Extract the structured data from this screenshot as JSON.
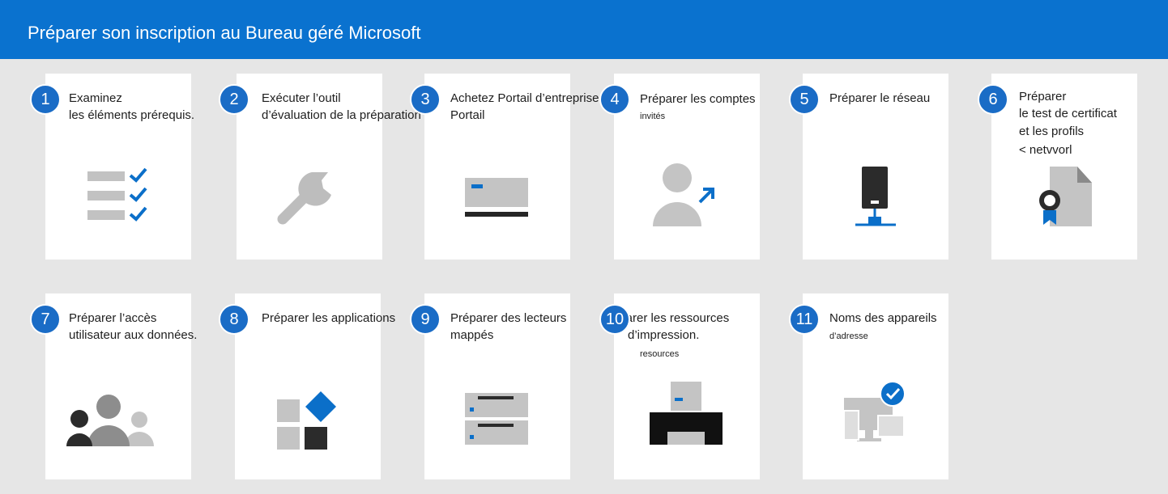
{
  "header": {
    "title": "Préparer son inscription au Bureau géré Microsoft"
  },
  "steps": [
    {
      "number": "1",
      "lines": [
        "Examinez",
        "les éléments prérequis."
      ],
      "icon": "checklist-icon"
    },
    {
      "number": "2",
      "lines": [
        "Exécuter l’outil",
        "d’évaluation de la préparation"
      ],
      "icon": "wrench-icon"
    },
    {
      "number": "3",
      "lines": [
        "Achetez Portail d’entreprise.",
        "Portail"
      ],
      "icon": "card-icon"
    },
    {
      "number": "4",
      "lines": [
        "Préparer les comptes"
      ],
      "small": "invités",
      "icon": "user-arrow-icon"
    },
    {
      "number": "5",
      "lines": [
        "Préparer le réseau"
      ],
      "icon": "network-device-icon"
    },
    {
      "number": "6",
      "lines": [
        "Préparer",
        "le test de certificat",
        "et les profils",
        "< netvvorl"
      ],
      "icon": "certificate-icon"
    },
    {
      "number": "7",
      "lines": [
        "Préparer l’accès",
        "utilisateur aux données."
      ],
      "icon": "users-group-icon"
    },
    {
      "number": "8",
      "lines": [
        "Préparer les applications"
      ],
      "icon": "apps-icon"
    },
    {
      "number": "9",
      "lines": [
        "Préparer des lecteurs",
        "mappés"
      ],
      "icon": "drives-icon"
    },
    {
      "number": "10",
      "lines": [
        "Préparer les ressources",
        "d’impression."
      ],
      "small": "resources",
      "icon": "printer-icon"
    },
    {
      "number": "11",
      "lines": [
        "Noms des appareils"
      ],
      "small": "d’adresse",
      "icon": "devices-check-icon"
    }
  ],
  "colors": {
    "header": "#0a72cf",
    "badge": "#1a6cc6",
    "accent": "#0b6fc9",
    "background": "#e6e6e6"
  }
}
